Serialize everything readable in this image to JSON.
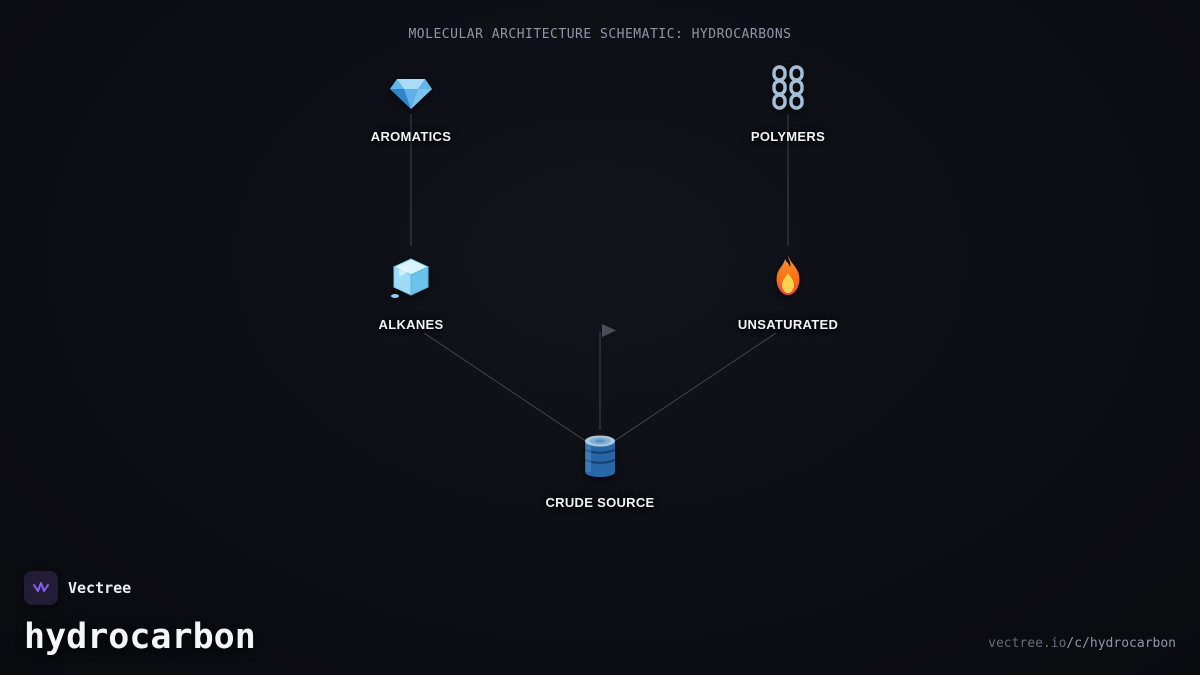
{
  "header": {
    "title": "MOLECULAR ARCHITECTURE SCHEMATIC: HYDROCARBONS"
  },
  "diagram": {
    "nodes": [
      {
        "id": "aromatics",
        "label": "AROMATICS",
        "icon": "gem-icon"
      },
      {
        "id": "polymers",
        "label": "POLYMERS",
        "icon": "chains-icon"
      },
      {
        "id": "alkanes",
        "label": "ALKANES",
        "icon": "ice-cube-icon"
      },
      {
        "id": "unsaturated",
        "label": "UNSATURATED",
        "icon": "fire-icon"
      },
      {
        "id": "crude",
        "label": "CRUDE SOURCE",
        "icon": "oil-drum-icon"
      }
    ],
    "edges": [
      {
        "from": "AROMATICS",
        "to": "ALKANES",
        "arrowhead": false
      },
      {
        "from": "POLYMERS",
        "to": "UNSATURATED",
        "arrowhead": false
      },
      {
        "from": "CRUDE SOURCE",
        "to": "ALKANES",
        "arrowhead": false
      },
      {
        "from": "CRUDE SOURCE",
        "to": "UNSATURATED",
        "arrowhead": false
      },
      {
        "from": "CRUDE SOURCE",
        "to": "",
        "direction": "up",
        "arrowhead": true
      }
    ]
  },
  "footer": {
    "brand": "Vectree",
    "card_title": "hydrocarbon",
    "url_domain": "vectree.io",
    "url_path": "/c/hydrocarbon"
  },
  "colors": {
    "background": "#0d0e14",
    "edge": "#383c45",
    "node_label": "#f2f3f5",
    "schematic_title": "#8f96a8",
    "brand_accent": "#8b5cf6",
    "url_domain": "#646c7b",
    "url_path": "#8c97ad"
  }
}
